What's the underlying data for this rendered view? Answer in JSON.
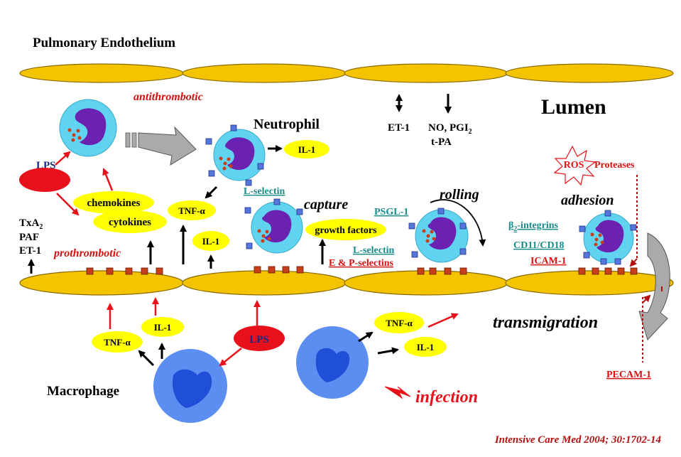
{
  "title": "Pulmonary Endothelium",
  "lumen": "Lumen",
  "neutrophil": "Neutrophil",
  "macrophage": "Macrophage",
  "labels": {
    "antithrombotic": "antithrombotic",
    "prothrombotic": "prothrombotic",
    "capture": "capture",
    "rolling": "rolling",
    "adhesion": "adhesion",
    "transmigration": "transmigration",
    "infection": "infection"
  },
  "mediators": {
    "lps_left": "LPS",
    "txa": "TxA",
    "txa_sub": "2",
    "paf": "PAF",
    "et1_left": "ET-1",
    "et1_top": "ET-1",
    "no_pgi": "NO, PGI",
    "no_pgi_sub": "2",
    "tpa": "t-PA",
    "ros": "ROS",
    "proteases": "Proteases"
  },
  "bubbles": {
    "chemokines": "chemokines",
    "cytokines": "cytokines",
    "tnf_top": "TNF-α",
    "il1_top": "IL-1",
    "il1_neutrophil": "IL-1",
    "growth_factors": "growth factors",
    "tnf_mac1": "TNF-α",
    "il1_mac1": "IL-1",
    "lps_mac": "LPS",
    "tnf_mac2": "TNF-α",
    "il1_mac2": "IL-1"
  },
  "molecules": {
    "l_selectin_1": "L-selectin",
    "psgl1": "PSGL-1",
    "l_selectin_2": "L-selectin",
    "ep_selectins": "E & P-selectins",
    "b2_integrins": "β",
    "b2_integrins_sub": "2",
    "b2_integrins_suffix": "-integrins",
    "cd11": "CD11/CD18",
    "icam1": "ICAM-1",
    "pecam1": "PECAM-1"
  },
  "citation": "Intensive Care Med 2004;  30:1702-14",
  "colors": {
    "endothelium": "#f5c400",
    "endothelium_stroke": "#8a6a00",
    "cytokine_bubble": "#ffff00",
    "lps": "#e8101a",
    "neutrophil_halo": "#5fd3f0",
    "neutrophil_nucleus": "#6b22b0",
    "macrophage": "#5b8ef0",
    "macrophage_nucleus": "#1f4fd6",
    "receptor": "#5577dd",
    "junction": "#c8401a",
    "red_text": "#d81010",
    "teal_text": "#1a8a8a",
    "navy_text": "#1a2a80"
  }
}
